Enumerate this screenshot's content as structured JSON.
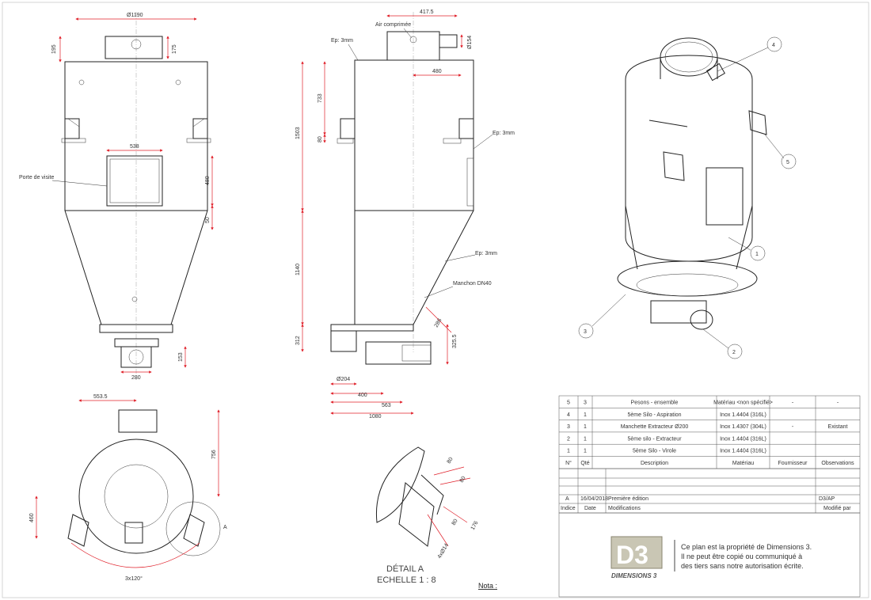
{
  "front_view": {
    "dims": {
      "d_top": "Ø1190",
      "h_195": "195",
      "h_175": "175",
      "w_538": "538",
      "h_480": "480",
      "h_50": "50",
      "w_280": "280",
      "h_153": "153"
    },
    "label_porte": "Porte de visite"
  },
  "side_view": {
    "dims": {
      "w_417": "417.5",
      "d_154": "Ø154",
      "w_480": "480",
      "h_733": "733",
      "h_80": "80",
      "h_1503": "1503",
      "h_1140": "1140",
      "h_312": "312",
      "h_286": "286",
      "h_325": "325.5",
      "d_204": "Ø204",
      "w_400": "400",
      "w_563": "563",
      "w_1080": "1080"
    },
    "labels": {
      "air": "Air comprimée",
      "ep1": "Ep: 3mm",
      "ep2": "Ep: 3mm",
      "ep3": "Ep: 3mm",
      "manchon": "Manchon DN40"
    }
  },
  "iso_view": {
    "balloons": [
      "4",
      "5",
      "1",
      "3",
      "2"
    ]
  },
  "top_view": {
    "dims": {
      "w_553": "553.5",
      "h_756": "756",
      "h_460": "460",
      "ang": "3x120°"
    },
    "label_a": "A"
  },
  "detail": {
    "title": "DÉTAIL A",
    "scale": "ECHELLE 1 : 8",
    "dims": [
      "80",
      "80",
      "176",
      "80",
      "4xØ14"
    ]
  },
  "nota": "Nota :",
  "bom": {
    "rows": [
      {
        "n": "5",
        "qty": "3",
        "desc": "Pesons - ensemble",
        "mat": "Matériau <non spécifié>",
        "fourn": "-",
        "obs": "-"
      },
      {
        "n": "4",
        "qty": "1",
        "desc": "5ème Silo - Aspiration",
        "mat": "Inox 1.4404 (316L)",
        "fourn": "",
        "obs": ""
      },
      {
        "n": "3",
        "qty": "1",
        "desc": "Manchette Extracteur Ø200",
        "mat": "Inox 1.4307 (304L)",
        "fourn": "-",
        "obs": "Existant"
      },
      {
        "n": "2",
        "qty": "1",
        "desc": "5ème silo - Extracteur",
        "mat": "Inox 1.4404 (316L)",
        "fourn": "",
        "obs": ""
      },
      {
        "n": "1",
        "qty": "1",
        "desc": "5ème Silo - Virole",
        "mat": "Inox 1.4404 (316L)",
        "fourn": "",
        "obs": ""
      }
    ],
    "header": {
      "n": "N°",
      "qty": "Qté",
      "desc": "Description",
      "mat": "Matériau",
      "fourn": "Fournisseur",
      "obs": "Observations"
    }
  },
  "revision": {
    "row": {
      "indice": "A",
      "date": "16/04/2018",
      "mod": "Première édition",
      "by": "D3/AP"
    },
    "header": {
      "indice": "Indice",
      "date": "Date",
      "mod": "Modifications",
      "by": "Modifié par"
    }
  },
  "title_block": {
    "logo_text": "D3",
    "logo_name": "DIMENSIONS 3",
    "notice": [
      "Ce plan est la propriété de Dimensions 3.",
      "Il ne peut être copié ou communiqué à",
      "des tiers sans notre autorisation écrite."
    ]
  }
}
